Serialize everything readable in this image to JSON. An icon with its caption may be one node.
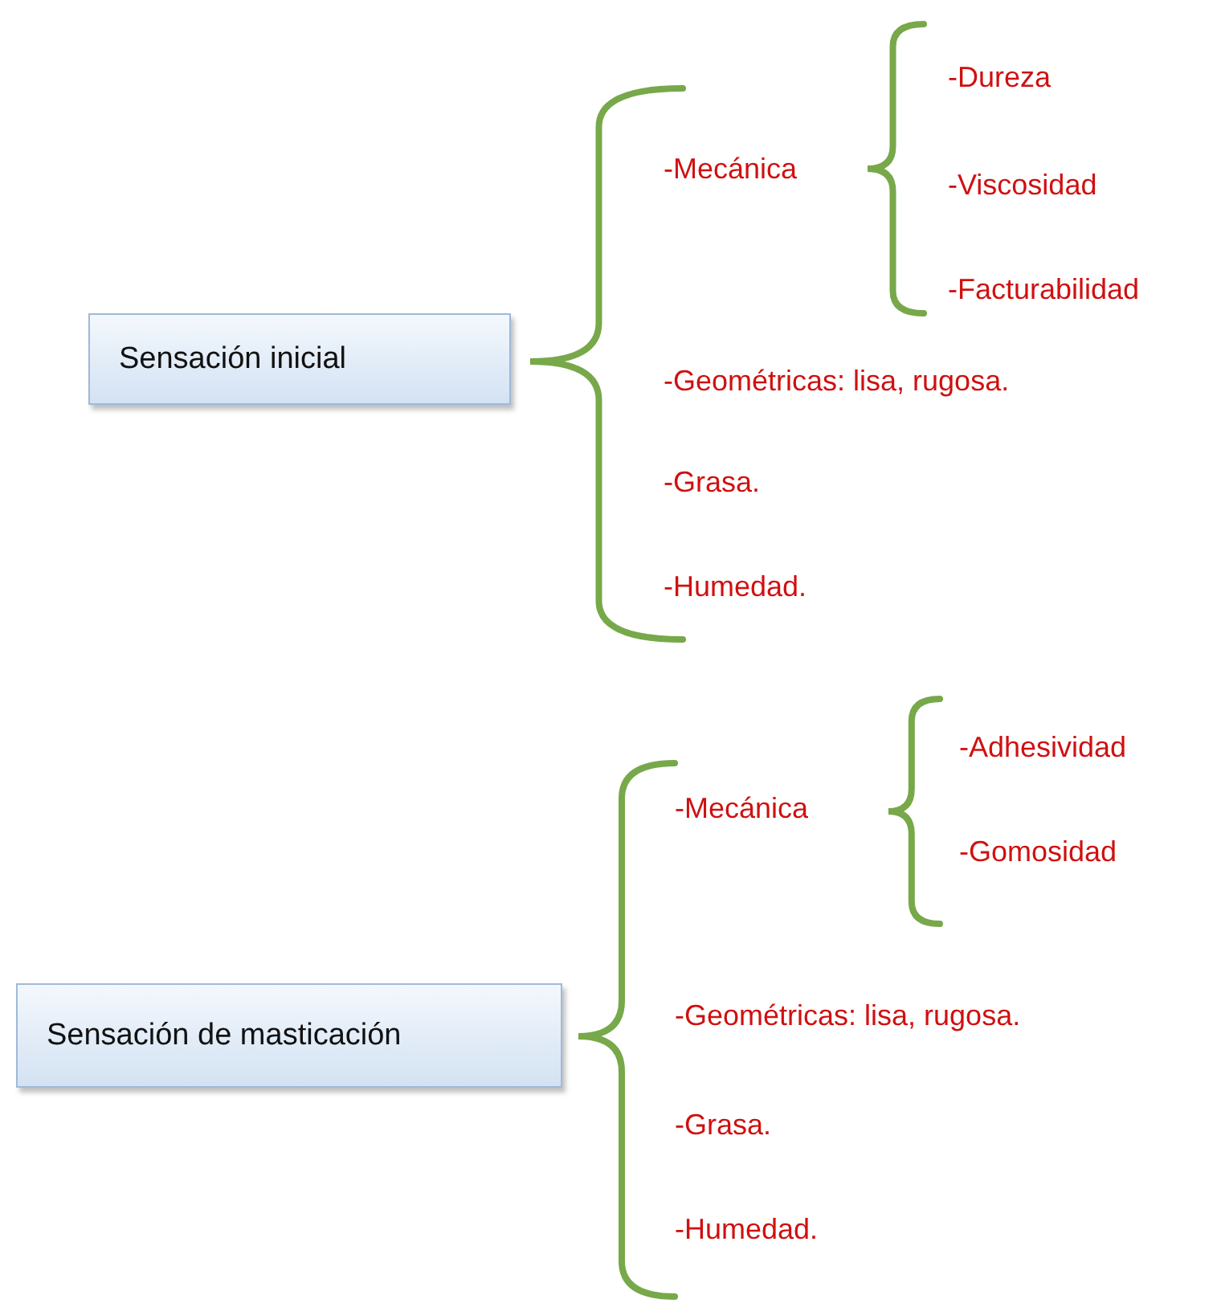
{
  "diagram": {
    "nodes": [
      {
        "text": [
          "Sensación inicial"
        ]
      },
      {
        "text": [
          "Sensación de masticación"
        ]
      }
    ],
    "labels": [
      "-Dureza",
      "-Mecánica",
      "-Viscosidad",
      "-Facturabilidad",
      "-Geométricas: lisa, rugosa.",
      "-Grasa.",
      "-Humedad.",
      "-Adhesividad",
      "-Mecánica",
      "-Gomosidad",
      "-Geométricas: lisa, rugosa.",
      "-Grasa.",
      "-Humedad."
    ]
  }
}
